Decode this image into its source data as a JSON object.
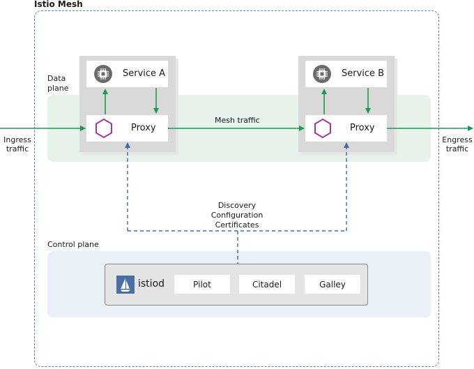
{
  "mesh": {
    "title": "Istio Mesh"
  },
  "data_plane": {
    "label_line1": "Data",
    "label_line2": "plane"
  },
  "control_plane": {
    "label": "Control plane"
  },
  "service_a": {
    "name": "Service A",
    "proxy": "Proxy"
  },
  "service_b": {
    "name": "Service B",
    "proxy": "Proxy"
  },
  "mesh_traffic": "Mesh traffic",
  "ingress": {
    "line1": "Ingress",
    "line2": "traffic"
  },
  "egress": {
    "line1": "Engress",
    "line2": "traffic"
  },
  "config_channel": {
    "line1": "Discovery",
    "line2": "Configuration",
    "line3": "Certificates"
  },
  "istiod": {
    "name": "istiod",
    "components": [
      "Pilot",
      "Citadel",
      "Galley"
    ]
  },
  "colors": {
    "traffic": "#1a9a50",
    "control": "#3a6ab0",
    "proxy_hex": "#9b3f96",
    "chip": "#6b6b6b"
  },
  "icons": {
    "service": "chip-icon",
    "proxy": "hexagon-icon",
    "istiod": "sail-icon"
  }
}
